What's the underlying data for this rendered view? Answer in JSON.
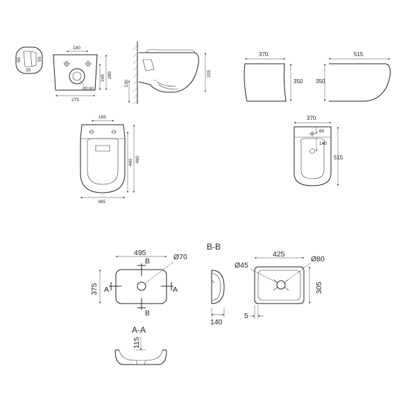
{
  "colors": {
    "line": "#222222",
    "background": "#ffffff"
  },
  "toilet": {
    "detail_dims": {
      "h60": "60",
      "h55": "55",
      "w35": "35"
    },
    "front": {
      "hole_spacing": "180",
      "width": "275",
      "h245": "245",
      "h280": "280",
      "outlet": "Ø100"
    },
    "side": {
      "height": "325",
      "h130": "130"
    },
    "top": {
      "hole_spacing": "165",
      "width": "365",
      "inner": "460",
      "length": "490"
    }
  },
  "bidet": {
    "front": {
      "width": "370",
      "height": "350"
    },
    "side": {
      "depth": "515",
      "height": "350"
    },
    "top": {
      "width": "370",
      "d65": "65",
      "d140": "140",
      "length": "515"
    }
  },
  "basin_left": {
    "width": "495",
    "depth": "375",
    "drain": "Ø70",
    "section_marks": {
      "a_left": "A",
      "a_right": "A",
      "b_top": "B",
      "b_bottom": "B"
    },
    "section_aa": {
      "label": "A-A",
      "height": "115"
    }
  },
  "basin_right": {
    "section_bb": {
      "label": "B-B",
      "depth": "140"
    },
    "width": "425",
    "depth": "305",
    "overflow": "Ø45",
    "drain": "Ø80",
    "rim": "5"
  }
}
